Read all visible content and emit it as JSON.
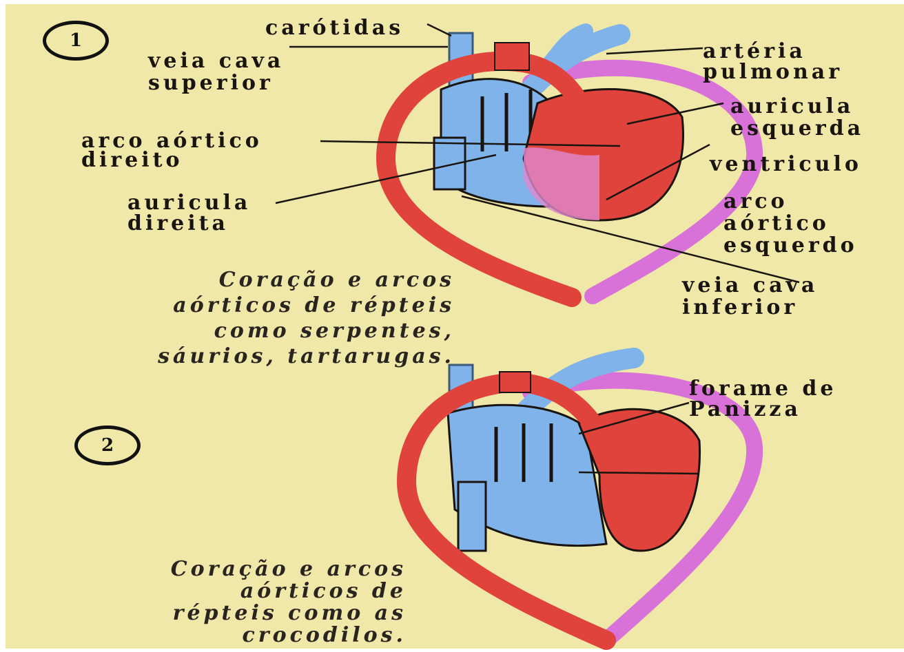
{
  "figure1": {
    "number": "1",
    "labels": {
      "carotidas": "carótidas",
      "veia_cava_superior_1": "veia cava",
      "veia_cava_superior_2": "superior",
      "arteria_pulmonar_1": "artéria",
      "arteria_pulmonar_2": "pulmonar",
      "auricula_esquerda_1": "auricula",
      "auricula_esquerda_2": "esquerda",
      "arco_aortico_direito_1": "arco aórtico",
      "arco_aortico_direito_2": "direito",
      "ventriculo": "ventriculo",
      "auricula_direita_1": "auricula",
      "auricula_direita_2": "direita",
      "arco_aortico_esquerdo_1": "arco",
      "arco_aortico_esquerdo_2": "aórtico",
      "arco_aortico_esquerdo_3": "esquerdo",
      "veia_cava_inferior_1": "veia cava",
      "veia_cava_inferior_2": "inferior"
    },
    "caption": [
      "Coração e arcos",
      "aórticos de répteis",
      "como serpentes,",
      "sáurios, tartarugas."
    ]
  },
  "figure2": {
    "number": "2",
    "labels": {
      "forame_1": "forame de",
      "forame_2": "Panizza"
    },
    "caption": [
      "Coração e arcos",
      "aórticos de",
      "répteis como as",
      "crocodilos."
    ]
  },
  "colors": {
    "background": "#efe8a8",
    "aorta_red": "#e0433b",
    "venous_blue": "#7fb3ea",
    "left_arch_pink": "#d872d8",
    "outline": "#1a1410"
  }
}
